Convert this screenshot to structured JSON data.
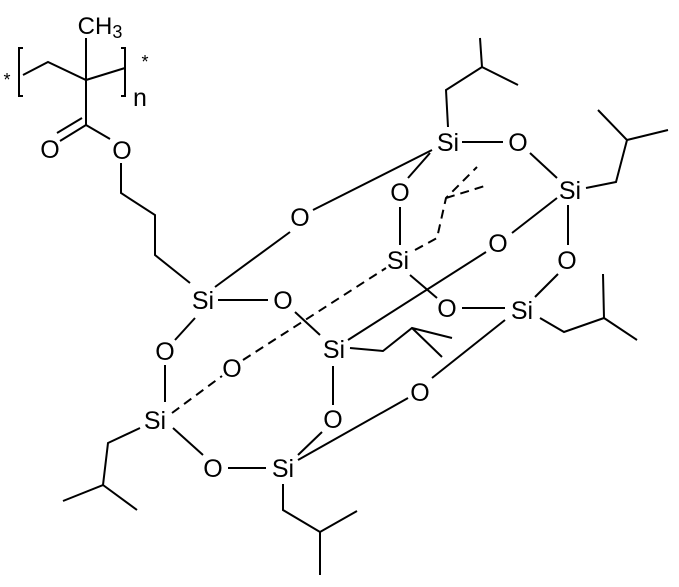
{
  "structure": {
    "methyl": "CH",
    "methyl_sub": "3",
    "repeat_index": "n",
    "end_group": "*",
    "carbonyl_oxygen": "O",
    "ester_oxygen": "O",
    "silicon": "Si",
    "oxygen": "O"
  },
  "colors": {
    "bond": "#000000",
    "background": "#ffffff"
  }
}
